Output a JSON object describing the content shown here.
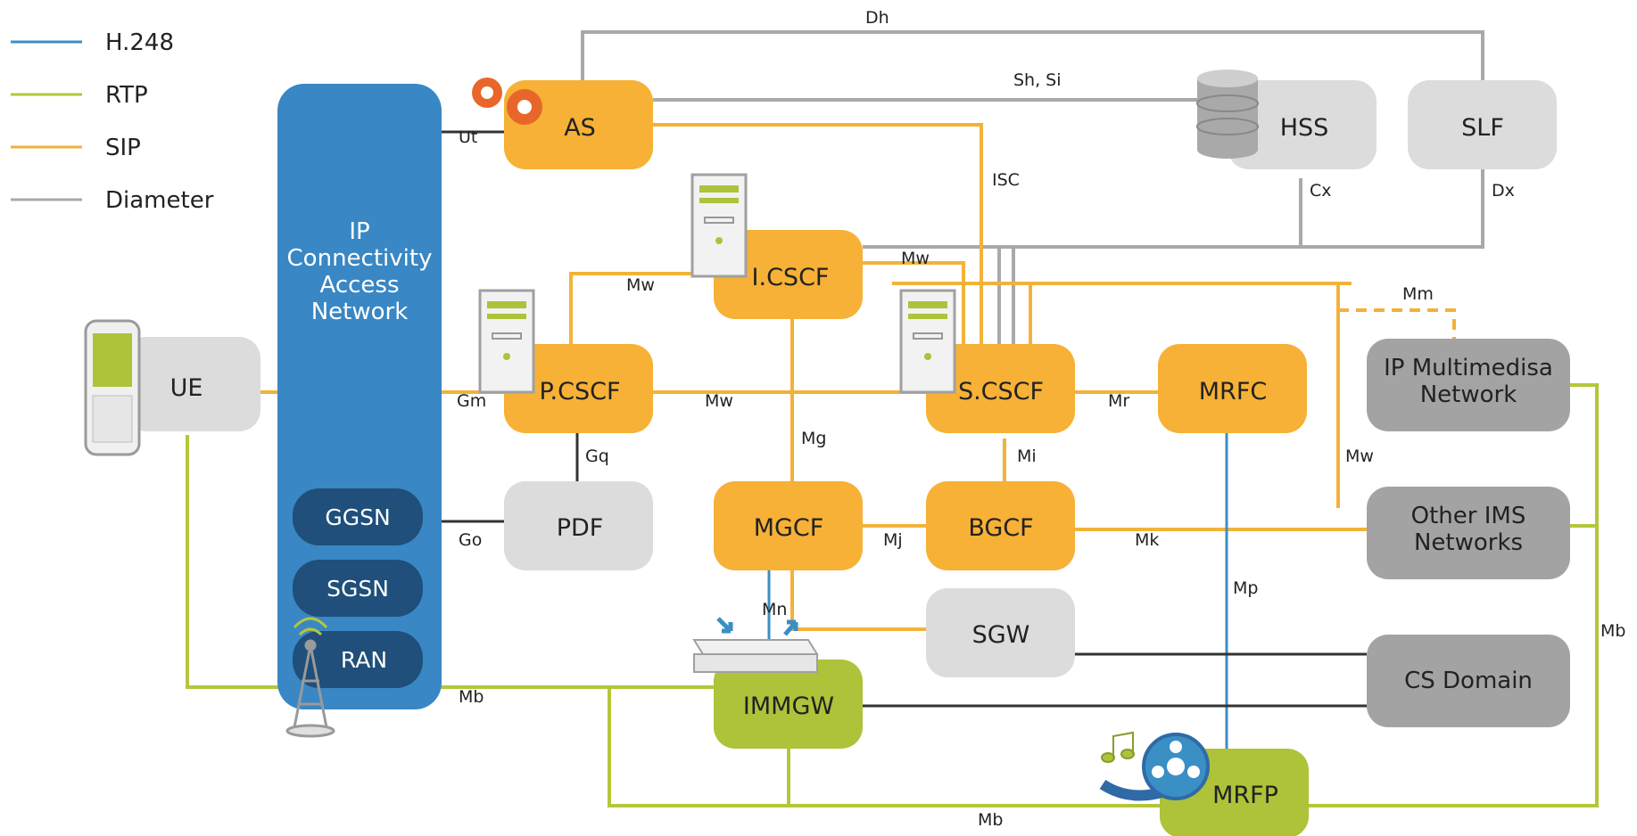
{
  "legend": [
    {
      "label": "H.248",
      "color": "#3a8fc4"
    },
    {
      "label": "RTP",
      "color": "#b5c63a"
    },
    {
      "label": "SIP",
      "color": "#f2b23a"
    },
    {
      "label": "Diameter",
      "color": "#a9a9a9"
    }
  ],
  "colors": {
    "sip": "#f2b23a",
    "rtp": "#b5c63a",
    "h248": "#3a8fc4",
    "diameter": "#a9a9a9",
    "black": "#333333",
    "orange_node": "#f6b136",
    "green_node": "#aec23a",
    "light_node": "#dcdcdc",
    "dark_node": "#a3a3a3",
    "ip_can": "#3987c4",
    "ip_can_inner": "#1f4f7a"
  },
  "ip_can": {
    "title": [
      "IP",
      "Connectivity",
      "Access",
      "Network"
    ],
    "inner": [
      "GGSN",
      "SGSN",
      "RAN"
    ]
  },
  "nodes": {
    "UE": "UE",
    "AS": "AS",
    "HSS": "HSS",
    "SLF": "SLF",
    "ICSCF": "I.CSCF",
    "PCSCF": "P.CSCF",
    "SCSCF": "S.CSCF",
    "MRFC": "MRFC",
    "IPMM": [
      "IP Multimedisa",
      "Network"
    ],
    "PDF": "PDF",
    "MGCF": "MGCF",
    "BGCF": "BGCF",
    "OTHER": [
      "Other IMS",
      "Networks"
    ],
    "SGW": "SGW",
    "CS": "CS Domain",
    "IMMGW": "IMMGW",
    "MRFP": "MRFP"
  },
  "interfaces": {
    "Dh": "Dh",
    "ShSi": "Sh, Si",
    "Ut": "Ut",
    "ISC": "ISC",
    "Cx": "Cx",
    "Dx": "Dx",
    "Mw1": "Mw",
    "Mw2": "Mw",
    "Mw3": "Mw",
    "Mw4": "Mw",
    "Mm": "Mm",
    "Gm": "Gm",
    "Mr": "Mr",
    "Gq": "Gq",
    "Mg": "Mg",
    "Mi": "Mi",
    "Go": "Go",
    "Mj": "Mj",
    "Mk": "Mk",
    "Mp": "Mp",
    "Mn": "Mn",
    "Mb1": "Mb",
    "Mb2": "Mb",
    "Mb3": "Mb"
  }
}
